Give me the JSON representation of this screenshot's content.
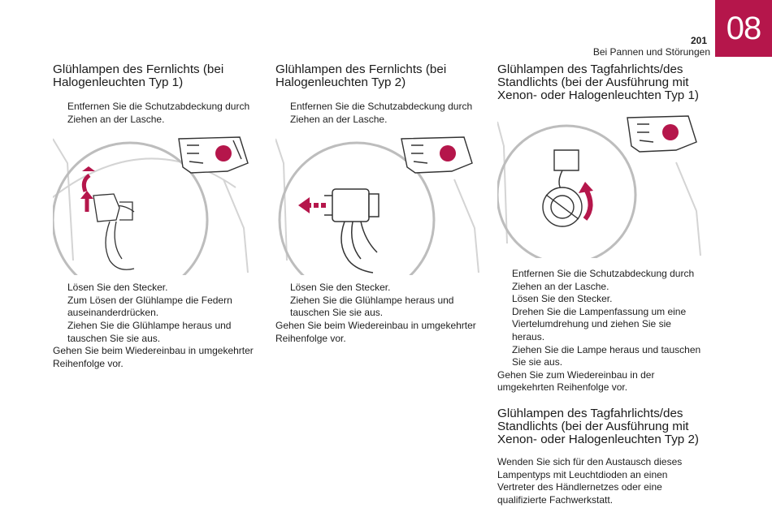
{
  "header": {
    "chapter": "08",
    "page_number": "201",
    "section": "Bei Pannen und Störungen",
    "accent_color": "#b5164b"
  },
  "bullet_glyph": "",
  "col1": {
    "title": "Glühlampen des Fernlichts (bei Halogenleuchten Typ 1)",
    "intro": [
      "Entfernen Sie die Schutzabdeckung durch Ziehen an der Lasche."
    ],
    "steps": [
      "Lösen Sie den Stecker.",
      "Zum Lösen der Glühlampe die Federn auseinanderdrücken.",
      "Ziehen Sie die Glühlampe heraus und tauschen Sie sie aus."
    ],
    "note": "Gehen Sie beim Wiedereinbau in umgekehrter Reihenfolge vor."
  },
  "col2": {
    "title": "Glühlampen des Fernlichts (bei Halogenleuchten Typ 2)",
    "intro": [
      "Entfernen Sie die Schutzabdeckung durch Ziehen an der Lasche."
    ],
    "steps": [
      "Lösen Sie den Stecker.",
      "Ziehen Sie die Glühlampe heraus und tauschen Sie sie aus."
    ],
    "note": "Gehen Sie beim Wiedereinbau in umgekehrter Reihenfolge vor."
  },
  "col3": {
    "title": "Glühlampen des Tagfahrlichts/des Standlichts (bei der Ausführung mit Xenon- oder Halogenleuchten Typ 1)",
    "steps": [
      "Entfernen Sie die Schutzabdeckung durch Ziehen an der Lasche.",
      "Lösen Sie den Stecker.",
      "Drehen Sie die Lampenfassung um eine Viertelumdrehung und ziehen Sie sie heraus.",
      "Ziehen Sie die Lampe heraus und tauschen Sie sie aus."
    ],
    "note": "Gehen Sie zum Wiedereinbau in der umgekehrten Reihenfolge vor.",
    "title2": "Glühlampen des Tagfahrlichts/des Standlichts (bei der Ausführung mit Xenon- oder Halogenleuchten Typ 2)",
    "text2": "Wenden Sie sich für den Austausch dieses Lampentyps mit Leuchtdioden an einen Vertreter des Händlernetzes oder eine qualifizierte Fachwerkstatt."
  }
}
